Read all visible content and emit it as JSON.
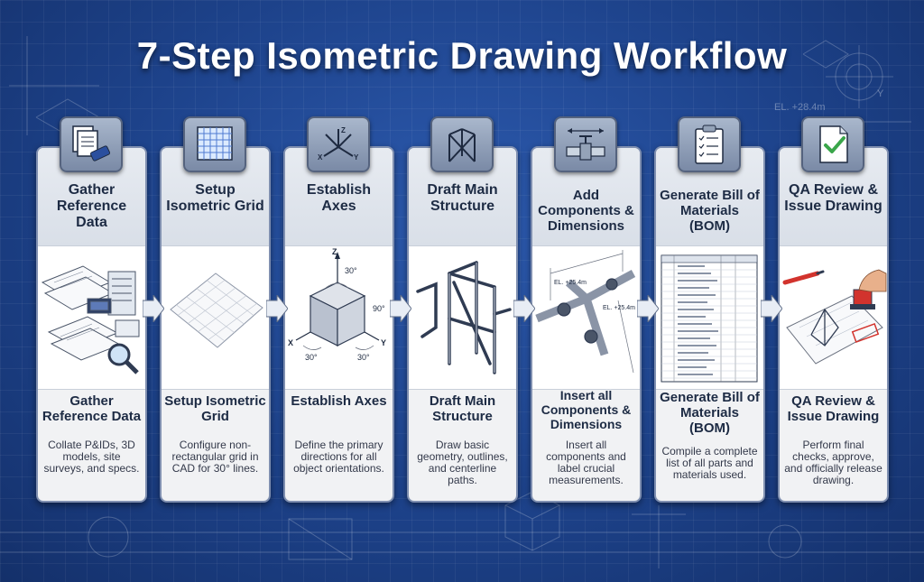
{
  "title": "7-Step Isometric Drawing Workflow",
  "background_labels": {
    "elevation": "EL. +28.4m",
    "axis_y": "Y"
  },
  "steps": [
    {
      "icon": "documents-usb-icon",
      "title_top": "Gather Reference Data",
      "title_bottom": "Gather Reference Data",
      "description": "Collate P&IDs, 3D models, site surveys, and specs."
    },
    {
      "icon": "grid-icon",
      "title_top": "Setup Isometric Grid",
      "title_bottom": "Setup Isometric Grid",
      "description": "Configure non-rectangular grid in CAD for 30° lines."
    },
    {
      "icon": "axes-icon",
      "title_top": "Establish Axes",
      "title_bottom": "Establish Axes",
      "description": "Define the primary directions for all object orientations.",
      "icon_labels": {
        "z": "Z",
        "x": "X",
        "y": "Y"
      },
      "illustration_labels": {
        "z": "Z",
        "x": "X",
        "y": "Y",
        "angle_30": "30°",
        "angle_90": "90°"
      }
    },
    {
      "icon": "structure-frame-icon",
      "title_top": "Draft Main Structure",
      "title_bottom": "Draft Main Structure",
      "description": "Draw basic geometry, outlines, and centerline paths."
    },
    {
      "icon": "pipe-valve-icon",
      "title_top": "Add Components & Dimensions",
      "title_bottom": "Insert all Components & Dimensions",
      "description": "Insert all components and label crucial measurements.",
      "illustration_labels": {
        "el_1": "EL. +25.4m",
        "el_2": "EL. +25.4m"
      }
    },
    {
      "icon": "clipboard-checklist-icon",
      "title_top": "Generate Bill of Materials (BOM)",
      "title_bottom": "Generate Bill of Materials (BOM)",
      "description": "Compile a complete list of all parts and materials used."
    },
    {
      "icon": "document-check-icon",
      "title_top": "QA Review & Issue Drawing",
      "title_bottom": "QA Review & Issue Drawing",
      "description": "Perform final checks, approve, and officially release drawing."
    }
  ],
  "colors": {
    "background": "#1d428a",
    "card": "#f1f2f4",
    "heading_text": "#1d2b44",
    "accent_green": "#3aa64a",
    "accent_red": "#d2332d"
  }
}
